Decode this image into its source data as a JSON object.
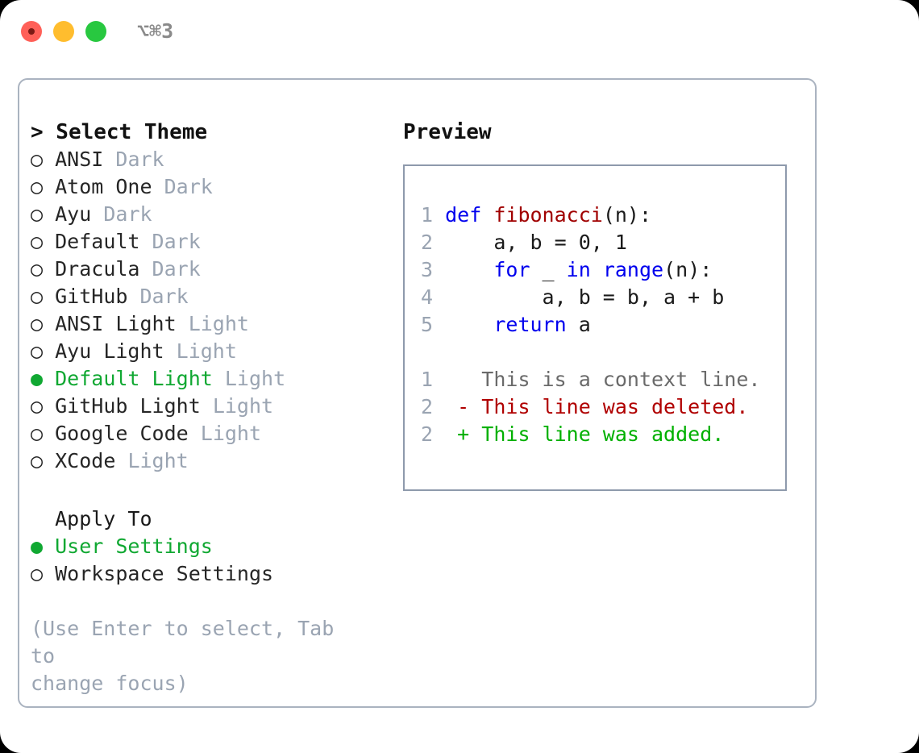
{
  "titlebar": {
    "shortcut": "⌥⌘3",
    "buttons": {
      "close": "close",
      "minimize": "minimize",
      "maximize": "maximize"
    }
  },
  "left": {
    "header": "> Select Theme",
    "themes": [
      {
        "bullet": "○",
        "name": "ANSI",
        "tag": "Dark",
        "selected": false
      },
      {
        "bullet": "○",
        "name": "Atom One",
        "tag": "Dark",
        "selected": false
      },
      {
        "bullet": "○",
        "name": "Ayu",
        "tag": "Dark",
        "selected": false
      },
      {
        "bullet": "○",
        "name": "Default",
        "tag": "Dark",
        "selected": false
      },
      {
        "bullet": "○",
        "name": "Dracula",
        "tag": "Dark",
        "selected": false
      },
      {
        "bullet": "○",
        "name": "GitHub",
        "tag": "Dark",
        "selected": false
      },
      {
        "bullet": "○",
        "name": "ANSI Light",
        "tag": "Light",
        "selected": false
      },
      {
        "bullet": "○",
        "name": "Ayu Light",
        "tag": "Light",
        "selected": false
      },
      {
        "bullet": "●",
        "name": "Default Light",
        "tag": "Light",
        "selected": true
      },
      {
        "bullet": "○",
        "name": "GitHub Light",
        "tag": "Light",
        "selected": false
      },
      {
        "bullet": "○",
        "name": "Google Code",
        "tag": "Light",
        "selected": false
      },
      {
        "bullet": "○",
        "name": "XCode",
        "tag": "Light",
        "selected": false
      }
    ],
    "apply_to": {
      "header": "  Apply To",
      "options": [
        {
          "bullet": "●",
          "label": "User Settings",
          "selected": true
        },
        {
          "bullet": "○",
          "label": "Workspace Settings",
          "selected": false
        }
      ]
    },
    "hint_line_1": "(Use Enter to select, Tab to",
    "hint_line_2": "change focus)"
  },
  "right": {
    "preview_title": "Preview",
    "code": [
      {
        "num": "1",
        "tokens": [
          {
            "t": "def",
            "c": "kw"
          },
          {
            "t": " ",
            "c": "plain"
          },
          {
            "t": "fibonacci",
            "c": "fn"
          },
          {
            "t": "(n):",
            "c": "plain"
          }
        ]
      },
      {
        "num": "2",
        "tokens": [
          {
            "t": "    a, b = 0, 1",
            "c": "plain"
          }
        ]
      },
      {
        "num": "3",
        "tokens": [
          {
            "t": "    ",
            "c": "plain"
          },
          {
            "t": "for",
            "c": "kw"
          },
          {
            "t": " _ ",
            "c": "plain"
          },
          {
            "t": "in",
            "c": "kw"
          },
          {
            "t": " ",
            "c": "plain"
          },
          {
            "t": "range",
            "c": "kw"
          },
          {
            "t": "(n):",
            "c": "plain"
          }
        ]
      },
      {
        "num": "4",
        "tokens": [
          {
            "t": "        a, b = b, a + b",
            "c": "plain"
          }
        ]
      },
      {
        "num": "5",
        "tokens": [
          {
            "t": "    ",
            "c": "plain"
          },
          {
            "t": "return",
            "c": "kw"
          },
          {
            "t": " a",
            "c": "plain"
          }
        ]
      }
    ],
    "diff": [
      {
        "num": "1",
        "marker": " ",
        "text": " This is a context line.",
        "kind": "ctx"
      },
      {
        "num": "2",
        "marker": "-",
        "text": " This line was deleted.",
        "kind": "del"
      },
      {
        "num": "2",
        "marker": "+",
        "text": " This line was added.",
        "kind": "add"
      }
    ]
  },
  "colors": {
    "accent_green": "#10a832",
    "muted_gray": "#9aa4b2",
    "keyword_blue": "#0000ee",
    "function_red": "#a00000",
    "diff_added_green": "#00b000",
    "diff_deleted_red": "#b00000",
    "panel_border": "#aab3c0",
    "preview_border": "#8e9aac",
    "traffic_red": "#ff6058",
    "traffic_yellow": "#ffbd2e",
    "traffic_green": "#28c840"
  }
}
